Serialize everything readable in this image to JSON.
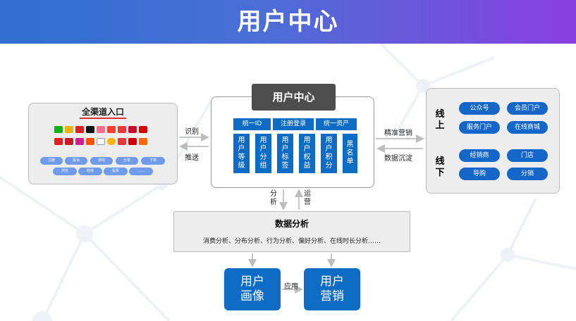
{
  "title": "用户中心",
  "left": {
    "title": "全渠道入口",
    "pills": [
      "注册",
      "投诉",
      "游戏",
      "分享",
      "下单",
      "浏览",
      "收单",
      "投票",
      "......"
    ]
  },
  "center": {
    "title": "用户中心",
    "top": [
      "统一ID",
      "注册登录",
      "统一资产"
    ],
    "cols": [
      "用户等级",
      "用户分组",
      "用户标签",
      "用户权益",
      "用户积分",
      "黑名单"
    ]
  },
  "arrows": {
    "shibie": "识别",
    "tuisong": "推送",
    "jingzhun": "精准营销",
    "chendian": "数据沉淀",
    "fenxi": "分析",
    "yunying": "运营",
    "yingyong": "应用"
  },
  "right": {
    "online": "线上",
    "offline": "线下",
    "online_items": [
      "公众号",
      "会员门户",
      "服务门户",
      "在线商城"
    ],
    "offline_items": [
      "经销商",
      "门店",
      "导购",
      "分销"
    ]
  },
  "analysis": {
    "title": "数据分析",
    "desc": "消费分析、分布分析、行为分析、偏好分析、在线时长分析……"
  },
  "bottom": {
    "portrait": "用户画像",
    "marketing": "用户营销"
  },
  "colors": {
    "blue": "#0f6cc4",
    "header_start": "#2f6fd0",
    "header_end": "#8a3fe0",
    "pill": "#1466c8"
  },
  "icons": [
    "wechat-icon",
    "weibo-icon",
    "chat-icon",
    "tiktok-icon",
    "app-icon",
    "store-icon",
    "mall-icon",
    "red-icon",
    "music-icon",
    "red-app-icon",
    "photo-icon",
    "taobao-icon",
    "amazon-icon",
    "smile-icon",
    "shop-icon",
    "red-shop-icon",
    "brand-icon"
  ]
}
